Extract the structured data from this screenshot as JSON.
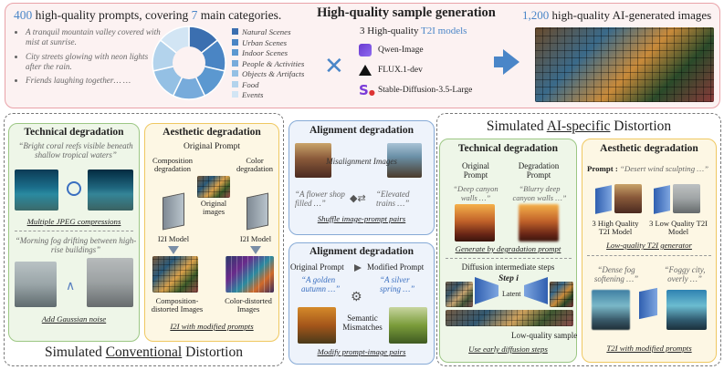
{
  "top": {
    "prompts_count": "400",
    "prompts_text_a": " high-quality prompts, covering ",
    "categories_count": "7",
    "prompts_text_b": " main categories.",
    "examples": [
      "A tranquil mountain valley covered with mist at sunrise.",
      "City streets glowing with neon lights after the rain.",
      "Friends laughing together… …"
    ],
    "categories": [
      "Natural Scenes",
      "Urban Scenes",
      "Indoor Scenes",
      "People & Activities",
      "Objects & Artifacts",
      "Food",
      "Events"
    ],
    "category_colors": [
      "#3b6fb0",
      "#4a85c4",
      "#5b98d0",
      "#77abdb",
      "#94c0e4",
      "#b3d3ec",
      "#d2e5f4"
    ],
    "title": "High-quality sample generation",
    "models_prefix": "3 High-quality ",
    "models_highlight": "T2I models",
    "models": [
      "Qwen-Image",
      "FLUX.1-dev",
      "Stable-Diffusion-3.5-Large"
    ],
    "images_count": "1,200",
    "images_text": " high-quality AI-generated images",
    "accent": "#4a86c8"
  },
  "conventional": {
    "footer_a": "Simulated ",
    "footer_u": "Conventional",
    "footer_b": " Distortion",
    "technical": {
      "title": "Technical degradation",
      "quote1": "“Bright coral reefs visible beneath shallow tropical waters”",
      "link1": "Multiple JPEG compressions",
      "quote2": "“Morning fog drifting between high-rise buildings”",
      "link2": "Add Gaussian noise"
    },
    "aesthetic": {
      "title": "Aesthetic degradation",
      "original_prompt": "Original Prompt",
      "composition": "Composition degradation",
      "color": "Color degradation",
      "original_images": "Original images",
      "i2i_left": "I2I Model",
      "i2i_right": "I2I Model",
      "out_left": "Composition-distorted Images",
      "out_right": "Color-distorted Images",
      "link": "I2I with modified prompts"
    }
  },
  "alignment1": {
    "title": "Alignment degradation",
    "label": "Misalignment Images",
    "quote_left": "“A flower shop filled …”",
    "quote_right": "“Elevated trains …”",
    "link": "Shuffle image-prompt pairs"
  },
  "alignment2": {
    "title": "Alignment degradation",
    "original_prompt": "Original Prompt",
    "modified_prompt": "Modified Prompt",
    "quote_left": "“A golden autumn …”",
    "quote_right": "“A silver spring …”",
    "semantic": "Semantic Mismatches",
    "link": "Modify prompt-image pairs"
  },
  "ai_specific": {
    "title_a": "Simulated ",
    "title_u": "AI-specific",
    "title_b": " Distortion",
    "technical": {
      "title": "Technical degradation",
      "original_prompt": "Original Prompt",
      "degradation_prompt": "Degradation Prompt",
      "quote_left": "“Deep canyon walls …”",
      "quote_right": "“Blurry deep canyon walls …”",
      "link1": "Generate by degradation prompt",
      "diffusion_steps": "Diffusion intermediate steps",
      "step": "Step i",
      "latent": "Latent",
      "low_quality": "Low-quality sample",
      "link2": "Use early diffusion steps"
    },
    "aesthetic": {
      "title": "Aesthetic degradation",
      "prompt_label": "Prompt :",
      "prompt_quote": "“Desert wind sculpting …”",
      "high_models": "3 High Quality T2I Model",
      "low_models": "3 Low Quality T2I Model",
      "link1": "Low-quality T2I generator",
      "quote_left": "“Dense fog softening …”",
      "quote_right": "“Foggy city, overly …”",
      "link2": "T2I with modified prompts"
    }
  }
}
